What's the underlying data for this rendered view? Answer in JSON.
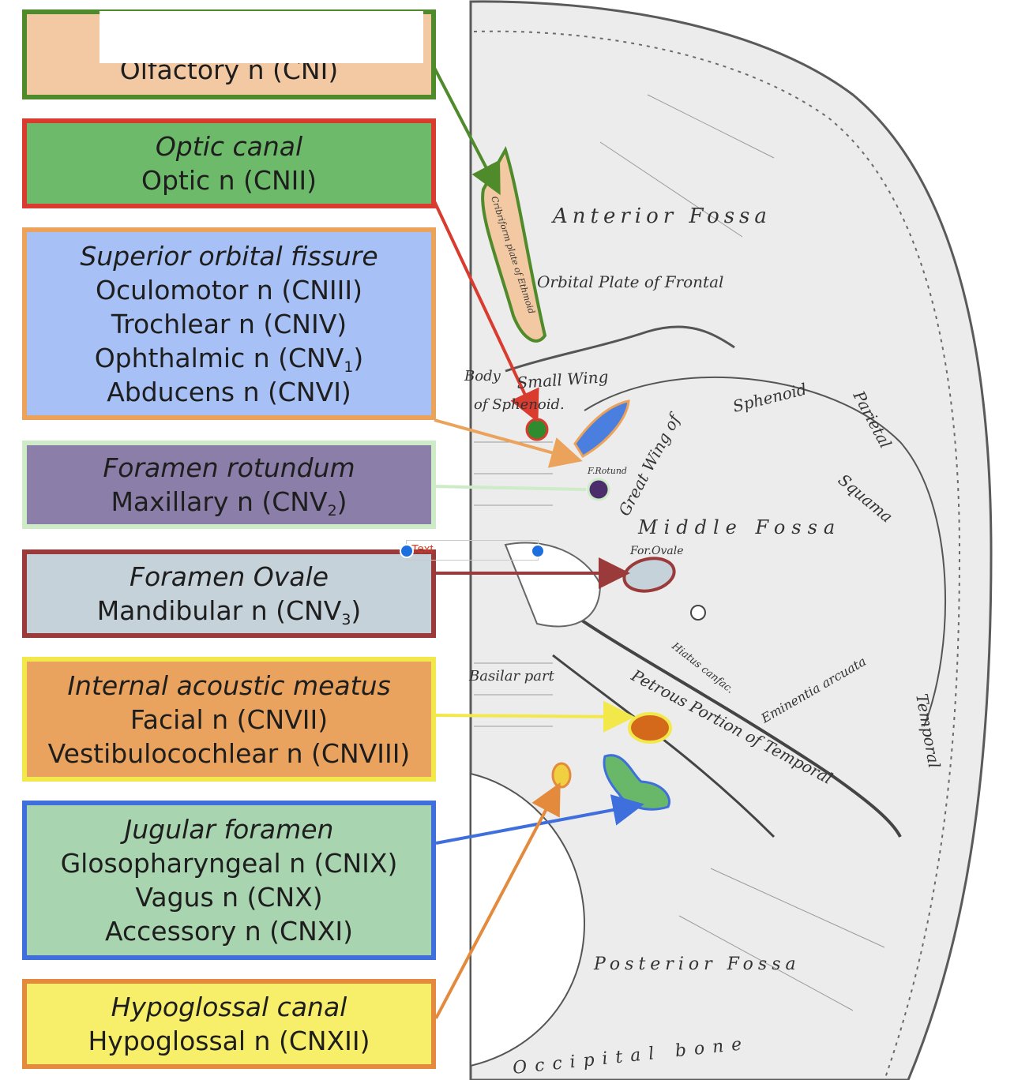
{
  "boxes": [
    {
      "id": "olfactory",
      "title": "",
      "lines": [
        {
          "text": "Olfactory n (CNI)"
        }
      ]
    },
    {
      "id": "optic",
      "title": "Optic canal",
      "lines": [
        {
          "text": "Optic n (CNII)"
        }
      ]
    },
    {
      "id": "sof",
      "title": "Superior orbital fissure",
      "lines": [
        {
          "text": "Oculomotor n (CNIII)"
        },
        {
          "text": "Trochlear n (CNIV)"
        },
        {
          "pre": "Ophthalmic n (CNV",
          "sub": "1",
          "post": ")"
        },
        {
          "text": "Abducens n (CNVI)"
        }
      ]
    },
    {
      "id": "rotundum",
      "title": "Foramen rotundum",
      "lines": [
        {
          "pre": "Maxillary n (CNV",
          "sub": "2",
          "post": ")"
        }
      ]
    },
    {
      "id": "ovale",
      "title": "Foramen Ovale",
      "lines": [
        {
          "pre": "Mandibular n (CNV",
          "sub": "3",
          "post": ")"
        }
      ]
    },
    {
      "id": "iam",
      "title": "Internal acoustic meatus",
      "lines": [
        {
          "text": "Facial n (CNVII)"
        },
        {
          "text": "Vestibulocochlear n (CNVIII)"
        }
      ]
    },
    {
      "id": "jugular",
      "title": "Jugular foramen",
      "lines": [
        {
          "text": "Glosopharyngeal n (CNIX)"
        },
        {
          "text": "Vagus n (CNX)"
        },
        {
          "text": "Accessory n (CNXI)"
        }
      ]
    },
    {
      "id": "hypoglossal",
      "title": "Hypoglossal canal",
      "lines": [
        {
          "text": "Hypoglossal n (CNXII)"
        }
      ]
    }
  ],
  "skull_labels": {
    "anterior_fossa": "Anterior Fossa",
    "orbital_plate": "Orbital Plate of Frontal",
    "body_of": "Body",
    "small_wing": "Small Wing",
    "of_sphenoid": "of Sphenoid.",
    "cribriform": "Cribriform plate of Ethmoid",
    "sphenoid": "Sphenoid",
    "parietal": "Parietal",
    "squama": "Squama",
    "great_wing": "Great Wing of",
    "f_rotund": "F.Rotund",
    "middle_fossa": "Middle Fossa",
    "for_ovale": "For.Ovale",
    "basilar_part": "Basilar part",
    "petrous_portion": "Petrous Portion of Temporal",
    "hiatus": "Hiatus canfac.",
    "eminentia": "Eminentia arcuata",
    "temporal": "Temporal",
    "posterior_fossa": "Posterior Fossa",
    "occipital_bone": "Occipital bone"
  },
  "text_widget": {
    "label": "Text"
  },
  "colors": {
    "olfactory_fill": "#f3c9a3",
    "olfactory_border": "#4f8a2b",
    "optic_fill": "#6dba6a",
    "optic_border": "#d93b2f",
    "sof_fill": "#a7c0f5",
    "sof_border": "#eba25a",
    "rotundum_fill": "#8b7ea8",
    "rotundum_border": "#cdebc7",
    "ovale_fill": "#c5d2d9",
    "ovale_border": "#9b3a3a",
    "iam_fill": "#e9a35e",
    "iam_border": "#f3e84a",
    "jugular_fill": "#a8d4b0",
    "jugular_border": "#3f6fdc",
    "hypoglossal_fill": "#f7ee6a",
    "hypoglossal_border": "#e48a3c",
    "bone": "#efefef",
    "bone_line": "#7a7a7a"
  }
}
